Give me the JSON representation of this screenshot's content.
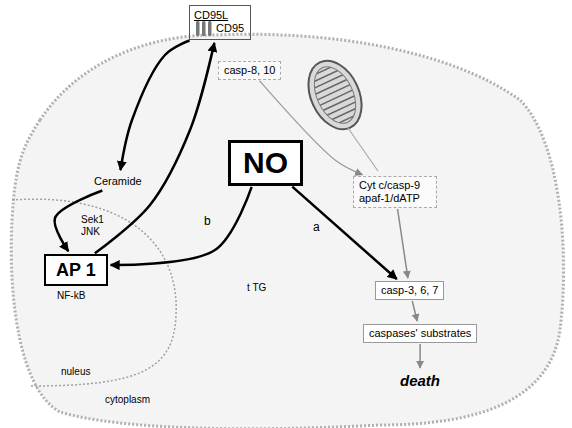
{
  "diagram": {
    "nodes": [
      {
        "text": [
          "CD95L",
          "CD95"
        ]
      },
      {
        "text": [
          "casp-8, 10"
        ]
      },
      {
        "text": [
          "Ceramide"
        ]
      },
      {
        "text": [
          "NO"
        ]
      },
      {
        "text": [
          "AP 1"
        ]
      },
      {
        "text": [
          "Cyt c/casp-9 apaf-1/dATP"
        ]
      },
      {
        "text": [
          "casp-3, 6, 7"
        ]
      },
      {
        "text": [
          "caspases' substrates"
        ]
      },
      {
        "text": [
          "death"
        ]
      }
    ],
    "edges": [
      {
        "from": 0,
        "to": 2,
        "arrow": "to"
      },
      {
        "from": 2,
        "to": 4,
        "label": "Sek1 JNK",
        "arrow": "to"
      },
      {
        "from": 4,
        "to": 0,
        "arrow": "to"
      },
      {
        "from": 3,
        "to": 4,
        "label": "b",
        "arrow": "to"
      },
      {
        "from": 3,
        "to": 6,
        "label": "a",
        "arrow": "to"
      },
      {
        "from": 5,
        "to": 6,
        "arrow": "to"
      },
      {
        "from": 6,
        "to": 7,
        "arrow": "to"
      },
      {
        "from": 7,
        "to": 8,
        "arrow": "to"
      },
      {
        "from": 1,
        "to": 5,
        "arrow": "to"
      }
    ],
    "labels": [
      "NF-kB",
      "t TG",
      "nuleus",
      "cytoplasm"
    ]
  }
}
